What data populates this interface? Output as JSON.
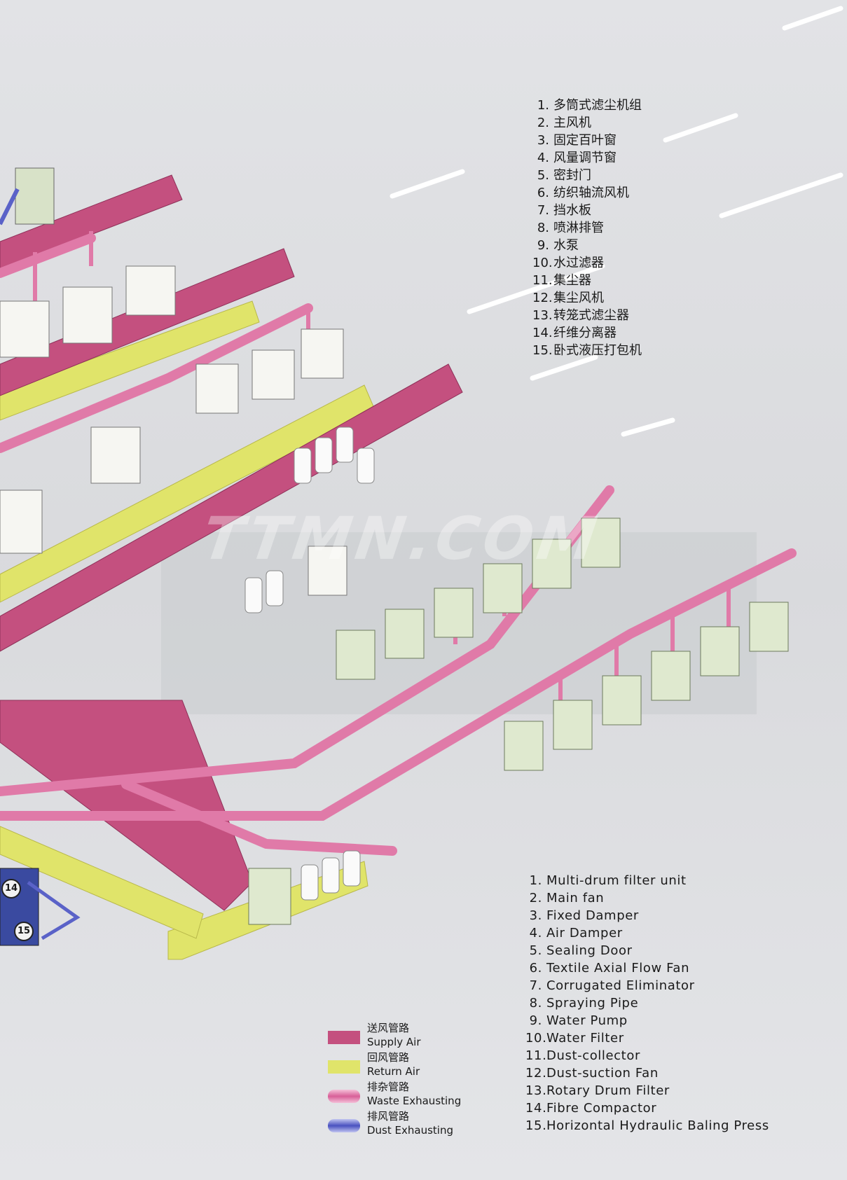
{
  "components_cn": [
    {
      "num": "1.",
      "label": "多筒式滤尘机组"
    },
    {
      "num": "2.",
      "label": "主风机"
    },
    {
      "num": "3.",
      "label": "固定百叶窗"
    },
    {
      "num": "4.",
      "label": "风量调节窗"
    },
    {
      "num": "5.",
      "label": "密封门"
    },
    {
      "num": "6.",
      "label": "纺织轴流风机"
    },
    {
      "num": "7.",
      "label": "挡水板"
    },
    {
      "num": "8.",
      "label": "喷淋排管"
    },
    {
      "num": "9.",
      "label": "水泵"
    },
    {
      "num": "10.",
      "label": "水过滤器"
    },
    {
      "num": "11.",
      "label": "集尘器"
    },
    {
      "num": "12.",
      "label": "集尘风机"
    },
    {
      "num": "13.",
      "label": "转笼式滤尘器"
    },
    {
      "num": "14.",
      "label": "纤维分离器"
    },
    {
      "num": "15.",
      "label": "卧式液压打包机"
    }
  ],
  "components_en": [
    {
      "num": "1.",
      "label": "Multi-drum filter unit"
    },
    {
      "num": "2.",
      "label": "Main fan"
    },
    {
      "num": "3.",
      "label": "Fixed Damper"
    },
    {
      "num": "4.",
      "label": "Air Damper"
    },
    {
      "num": "5.",
      "label": "Sealing Door"
    },
    {
      "num": "6.",
      "label": "Textile Axial Flow Fan"
    },
    {
      "num": "7.",
      "label": "Corrugated Eliminator"
    },
    {
      "num": "8.",
      "label": "Spraying Pipe"
    },
    {
      "num": "9.",
      "label": "Water Pump"
    },
    {
      "num": "10.",
      "label": "Water Filter"
    },
    {
      "num": "11.",
      "label": "Dust-collector"
    },
    {
      "num": "12.",
      "label": "Dust-suction Fan"
    },
    {
      "num": "13.",
      "label": "Rotary Drum Filter"
    },
    {
      "num": "14.",
      "label": "Fibre Compactor"
    },
    {
      "num": "15.",
      "label": "Horizontal Hydraulic Baling Press"
    }
  ],
  "legend": [
    {
      "cn": "送风管路",
      "en": "Supply Air",
      "color": "#c4507f"
    },
    {
      "cn": "回风管路",
      "en": "Return Air",
      "color": "#e0e46a"
    },
    {
      "cn": "排杂管路",
      "en": "Waste Exhausting",
      "color": "#e890b8"
    },
    {
      "cn": "排风管路",
      "en": "Dust Exhausting",
      "color": "#5a62c8"
    }
  ],
  "callouts": [
    "14",
    "15"
  ],
  "watermark": "TTMN.COM"
}
